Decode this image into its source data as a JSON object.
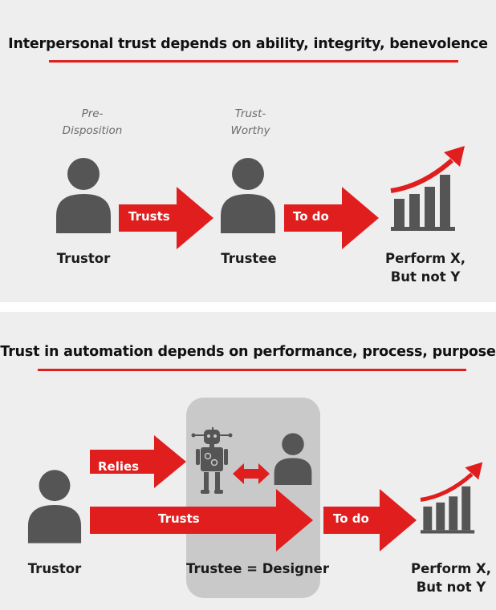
{
  "top": {
    "title": "Interpersonal trust depends on ability, integrity, benevolence",
    "pre_disposition": "Pre-\nDisposition",
    "trust_worthy": "Trust-\nWorthy",
    "trusts": "Trusts",
    "to_do": "To do",
    "trustor": "Trustor",
    "trustee": "Trustee",
    "perform_line1": "Perform X,",
    "perform_line2": "But not Y"
  },
  "bottom": {
    "title": "Trust in automation depends on performance, process, purpose",
    "relies": "Relies",
    "trusts": "Trusts",
    "to_do": "To do",
    "trustor": "Trustor",
    "trustee_designer": "Trustee = Designer",
    "perform_line1": "Perform X,",
    "perform_line2": "But not Y"
  },
  "colors": {
    "accent": "#e01e1e",
    "figure": "#555555",
    "panel": "#eeeeee",
    "box": "#c9c9c9"
  }
}
